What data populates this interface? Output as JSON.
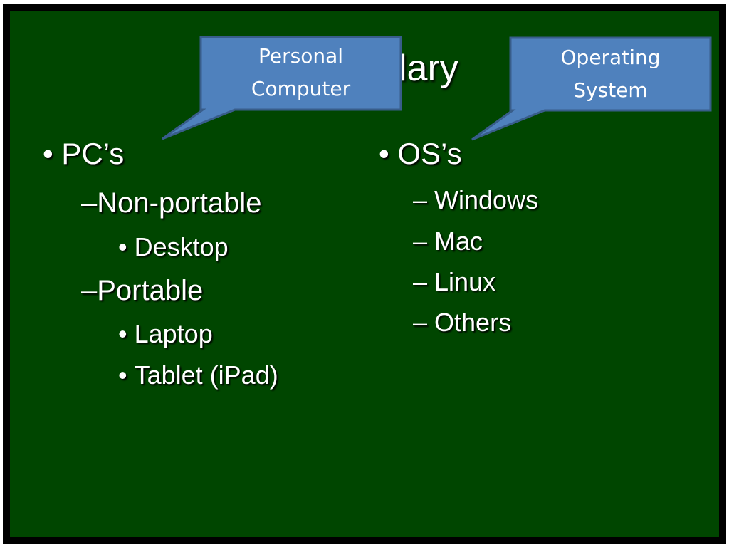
{
  "slide": {
    "title": "Vocabulary",
    "title_visible_part": "lary",
    "left_column": {
      "heading": "PC’s",
      "groups": [
        {
          "label": "Non-portable",
          "items": [
            "Desktop"
          ]
        },
        {
          "label": "Portable",
          "items": [
            "Laptop",
            "Tablet (iPad)"
          ]
        }
      ]
    },
    "right_column": {
      "heading": "OS’s",
      "items": [
        "Windows",
        "Mac",
        "Linux",
        "Others"
      ]
    },
    "callouts": [
      {
        "line1": "Personal",
        "line2": "Computer"
      },
      {
        "line1": "Operating",
        "line2": "System"
      }
    ]
  },
  "colors": {
    "board": "#004600",
    "frame": "#000000",
    "callout_fill": "#4f81bd",
    "callout_border": "#385d8a",
    "text": "#ffffff"
  },
  "icons": {
    "bullet": "bullet-dot",
    "dash": "en-dash"
  }
}
